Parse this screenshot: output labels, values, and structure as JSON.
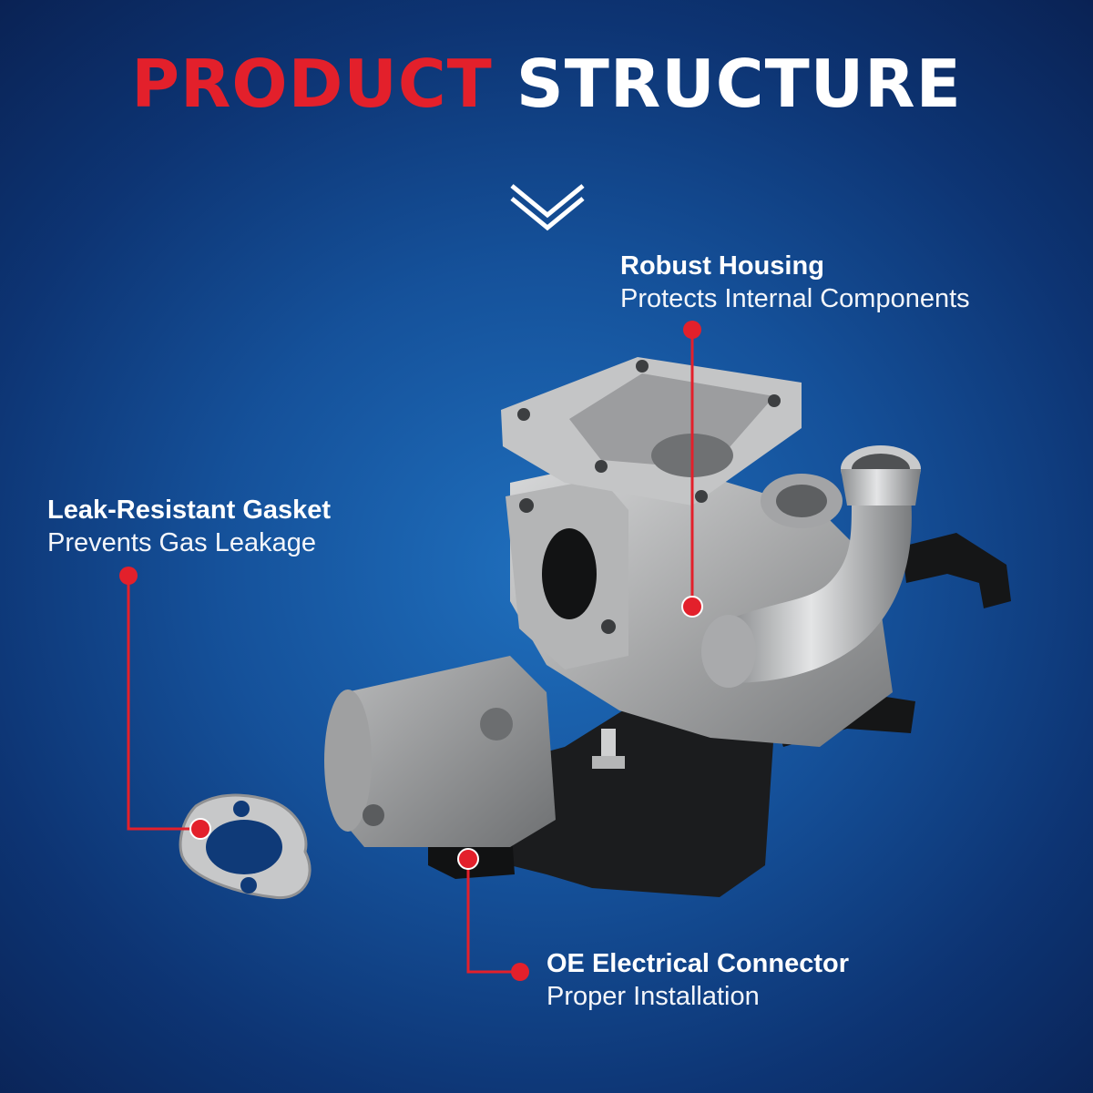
{
  "title": {
    "accent_word": "PRODUCT",
    "rest_word": "STRUCTURE",
    "accent_color": "#e3202b"
  },
  "callouts": [
    {
      "heading": "Robust Housing",
      "description": "Protects Internal Components"
    },
    {
      "heading": "Leak-Resistant Gasket",
      "description": "Prevents Gas Leakage"
    },
    {
      "heading": "OE Electrical Connector",
      "description": "Proper Installation"
    }
  ],
  "icons": {
    "scroll_hint": "double-chevron-down-icon"
  },
  "colors": {
    "background": "#15519a",
    "marker": "#e3202b",
    "text": "#ffffff"
  }
}
